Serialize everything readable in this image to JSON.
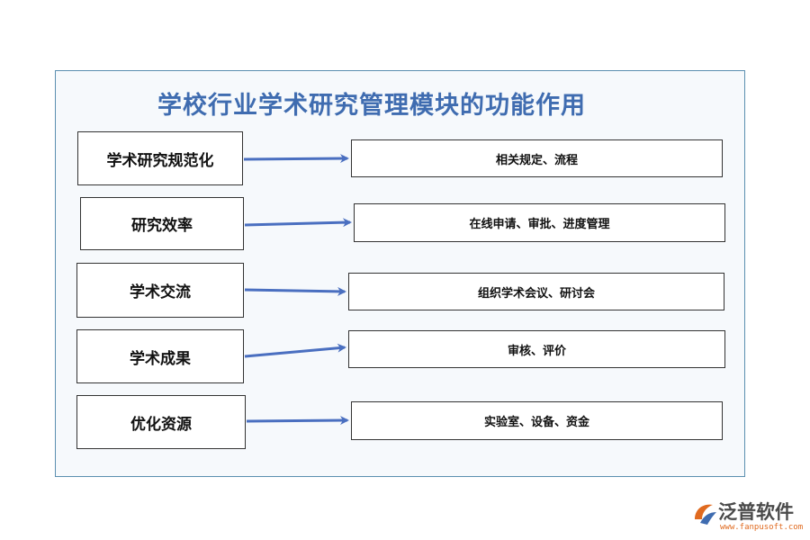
{
  "title": "学校行业学术研究管理模块的功能作用",
  "rows": [
    {
      "left": "学术研究规范化",
      "right": "相关规定、流程"
    },
    {
      "left": "研究效率",
      "right": "在线申请、审批、进度管理"
    },
    {
      "left": "学术交流",
      "right": "组织学术会议、研讨会"
    },
    {
      "left": "学术成果",
      "right": "审核、评价"
    },
    {
      "left": "优化资源",
      "right": "实验室、设备、资金"
    }
  ],
  "logo": {
    "name": "泛普软件",
    "url": "www.fanpusoft.com"
  },
  "colors": {
    "title": "#3f6cb0",
    "arrow": "#4a6fc0",
    "panel_border": "#5b8fb0",
    "logo_accent": "#e06a1f"
  }
}
